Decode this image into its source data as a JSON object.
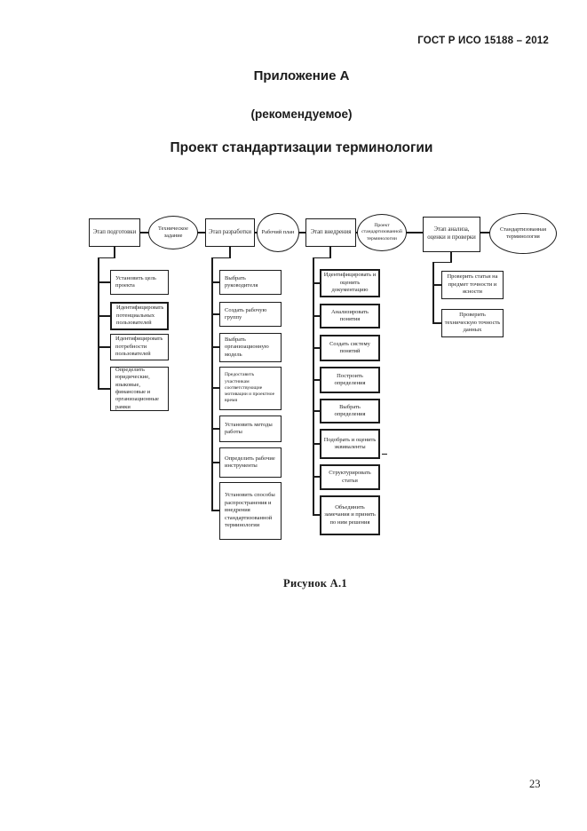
{
  "colors": {
    "ink": "#1b1b1b",
    "paper": "#ffffff"
  },
  "page": {
    "doc_number": "ГОСТ Р ИСО 15188 – 2012",
    "appendix_label": "Приложение А",
    "appendix_note": "(рекомендуемое)",
    "title": "Проект стандартизации терминологии",
    "figure_caption": "Рисунок А.1",
    "page_number": "23"
  },
  "flowchart": {
    "stages": [
      {
        "shape": "rect",
        "label": "Этап подготовки"
      },
      {
        "shape": "ellipse",
        "label": "Техническое задание"
      },
      {
        "shape": "rect",
        "label": "Этап разработки"
      },
      {
        "shape": "ellipse",
        "label": "Рабочий план"
      },
      {
        "shape": "rect",
        "label": "Этап внедрения"
      },
      {
        "shape": "ellipse",
        "label": "Проект стандартизованной терминологии"
      },
      {
        "shape": "rect",
        "label": "Этап анализа, оценки и проверки"
      },
      {
        "shape": "ellipse",
        "label": "Стандартизованная терминология"
      }
    ],
    "preparation_tasks": [
      "Установить цель проекта",
      "Идентифицировать потенциальных пользователей",
      "Идентифицировать потребности пользователей",
      "Определить юридические, языковые, финансовые и организационные рамки"
    ],
    "development_tasks": [
      "Выбрать руководителя",
      "Создать рабочую группу",
      "Выбрать организационную модель",
      "Предоставить участникам соответствующие мотивации и проектное время",
      "Установить методы работы",
      "Определить рабочие инструменты",
      "Установить способы распространения и внедрения стандартизованной терминологии"
    ],
    "implementation_tasks": [
      "Идентифицировать и оценить документацию",
      "Анализировать понятия",
      "Создать систему понятий",
      "Построить определения",
      "Выбрать определения",
      "Подобрать и оценить эквиваленты",
      "Структурировать статьи",
      "Объединить замечания и принять по ним решения"
    ],
    "review_tasks": [
      "Проверить статьи на предмет точности и ясности",
      "Проверить техническую точность данных"
    ]
  }
}
